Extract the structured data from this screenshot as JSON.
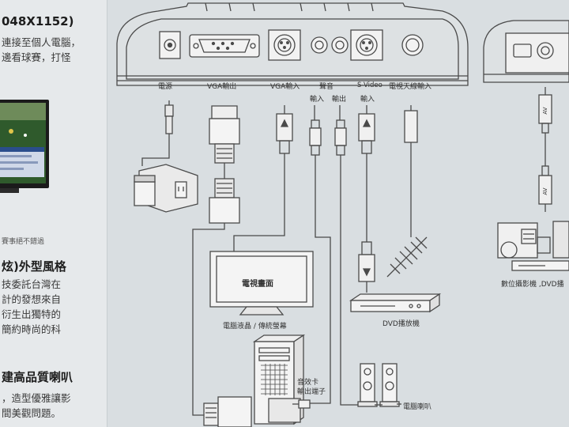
{
  "left_panel": {
    "resolution_fragment": "048X1152)",
    "intro_lines": "連接至個人電腦，\n邊看球賽，打怪",
    "photo_caption": "賽事絕不錯過",
    "style_heading": "炫)外型風格",
    "style_lines": "技委託台灣在\n計的發想來自\n衍生出獨特的\n簡約時尚的科",
    "speaker_heading": "建高品質喇叭",
    "speaker_lines": "，造型優雅讓影\n間美觀問題。"
  },
  "ports": {
    "power": "電源",
    "vga_out": "VGA輸出",
    "vga_in": "VGA輸入",
    "audio": "聲音",
    "audio_in": "輸入",
    "audio_out": "輸出",
    "svideo": "S-Video",
    "svideo_in": "輸入",
    "antenna": "電視天線輸入"
  },
  "devices": {
    "screen_text": "電視畫面",
    "monitor_caption": "電腦液晶 / 傳統螢幕",
    "dvd": "DVD播放機",
    "soundcard": "音效卡\n輸出端子",
    "speakers": "電腦喇叭",
    "right_caption": "數位攝影機 ,DVD播",
    "av_label": "AV"
  },
  "colors": {
    "line": "#4a4a4a",
    "panel_bg": "#e6e9eb",
    "diagram_bg": "#d9dee1"
  }
}
